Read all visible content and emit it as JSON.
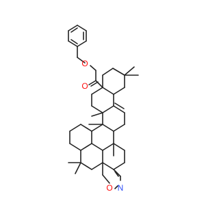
{
  "molecule": {
    "atoms": {
      "carbonyl_oxygen": "O",
      "ester_oxygen": "O",
      "ring_oxygen": "O",
      "ring_nitrogen": "N"
    },
    "colors": {
      "bond": "#222222",
      "oxygen": "#ff0d0d",
      "nitrogen": "#3050f8",
      "background": "#ffffff"
    }
  }
}
